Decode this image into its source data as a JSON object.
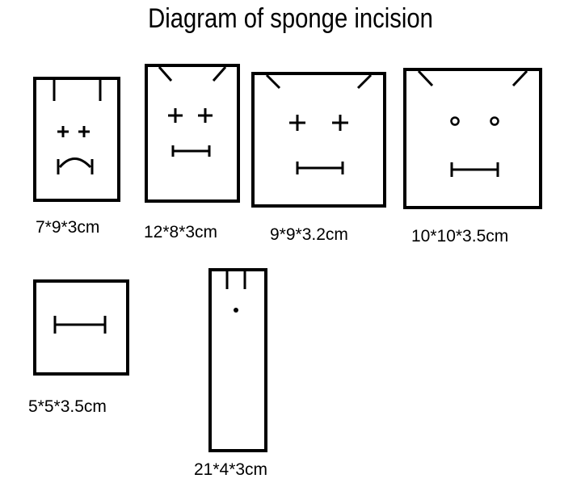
{
  "title": "Diagram of sponge incision",
  "sponges": [
    {
      "label": "7*9*3cm"
    },
    {
      "label": "12*8*3cm"
    },
    {
      "label": "9*9*3.2cm"
    },
    {
      "label": "10*10*3.5cm"
    },
    {
      "label": "5*5*3.5cm"
    },
    {
      "label": "21*4*3cm"
    }
  ]
}
